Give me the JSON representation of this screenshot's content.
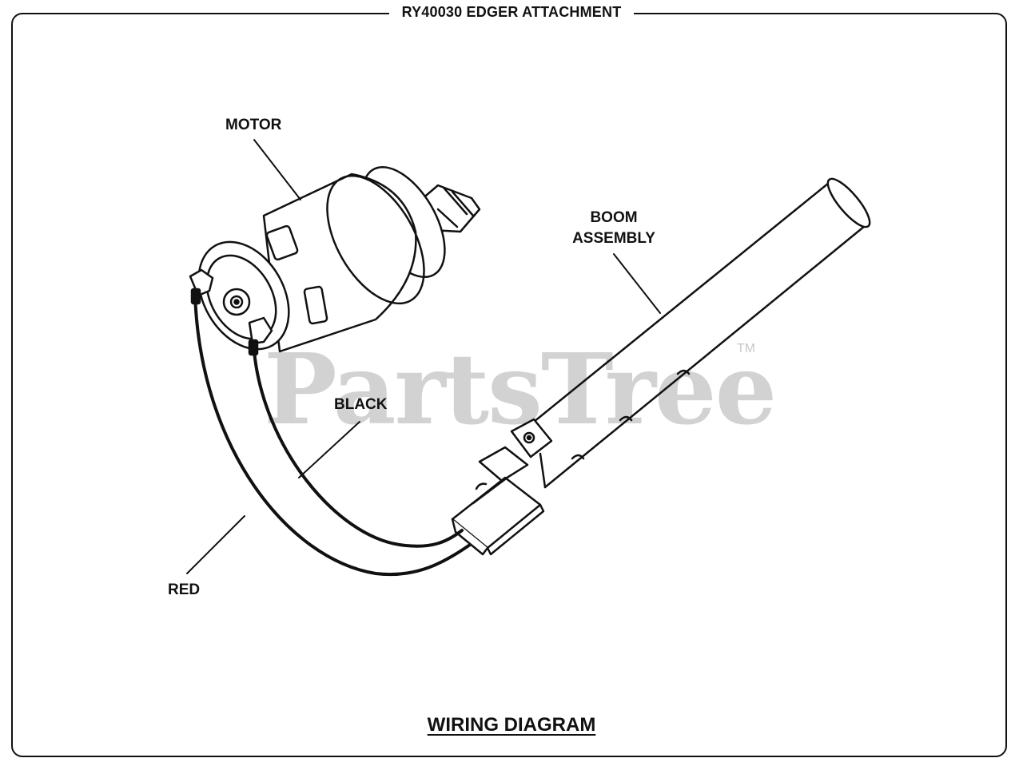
{
  "header": {
    "title": "RY40030 EDGER ATTACHMENT"
  },
  "labels": {
    "motor": "MOTOR",
    "boom_line1": "BOOM",
    "boom_line2": "ASSEMBLY",
    "black": "BLACK",
    "red": "RED"
  },
  "watermark": {
    "text": "PartsTree",
    "tm": "TM"
  },
  "footer": {
    "caption": "WIRING DIAGRAM"
  },
  "colors": {
    "line": "#111111",
    "watermark": "#d2d2d2",
    "background": "#ffffff"
  }
}
